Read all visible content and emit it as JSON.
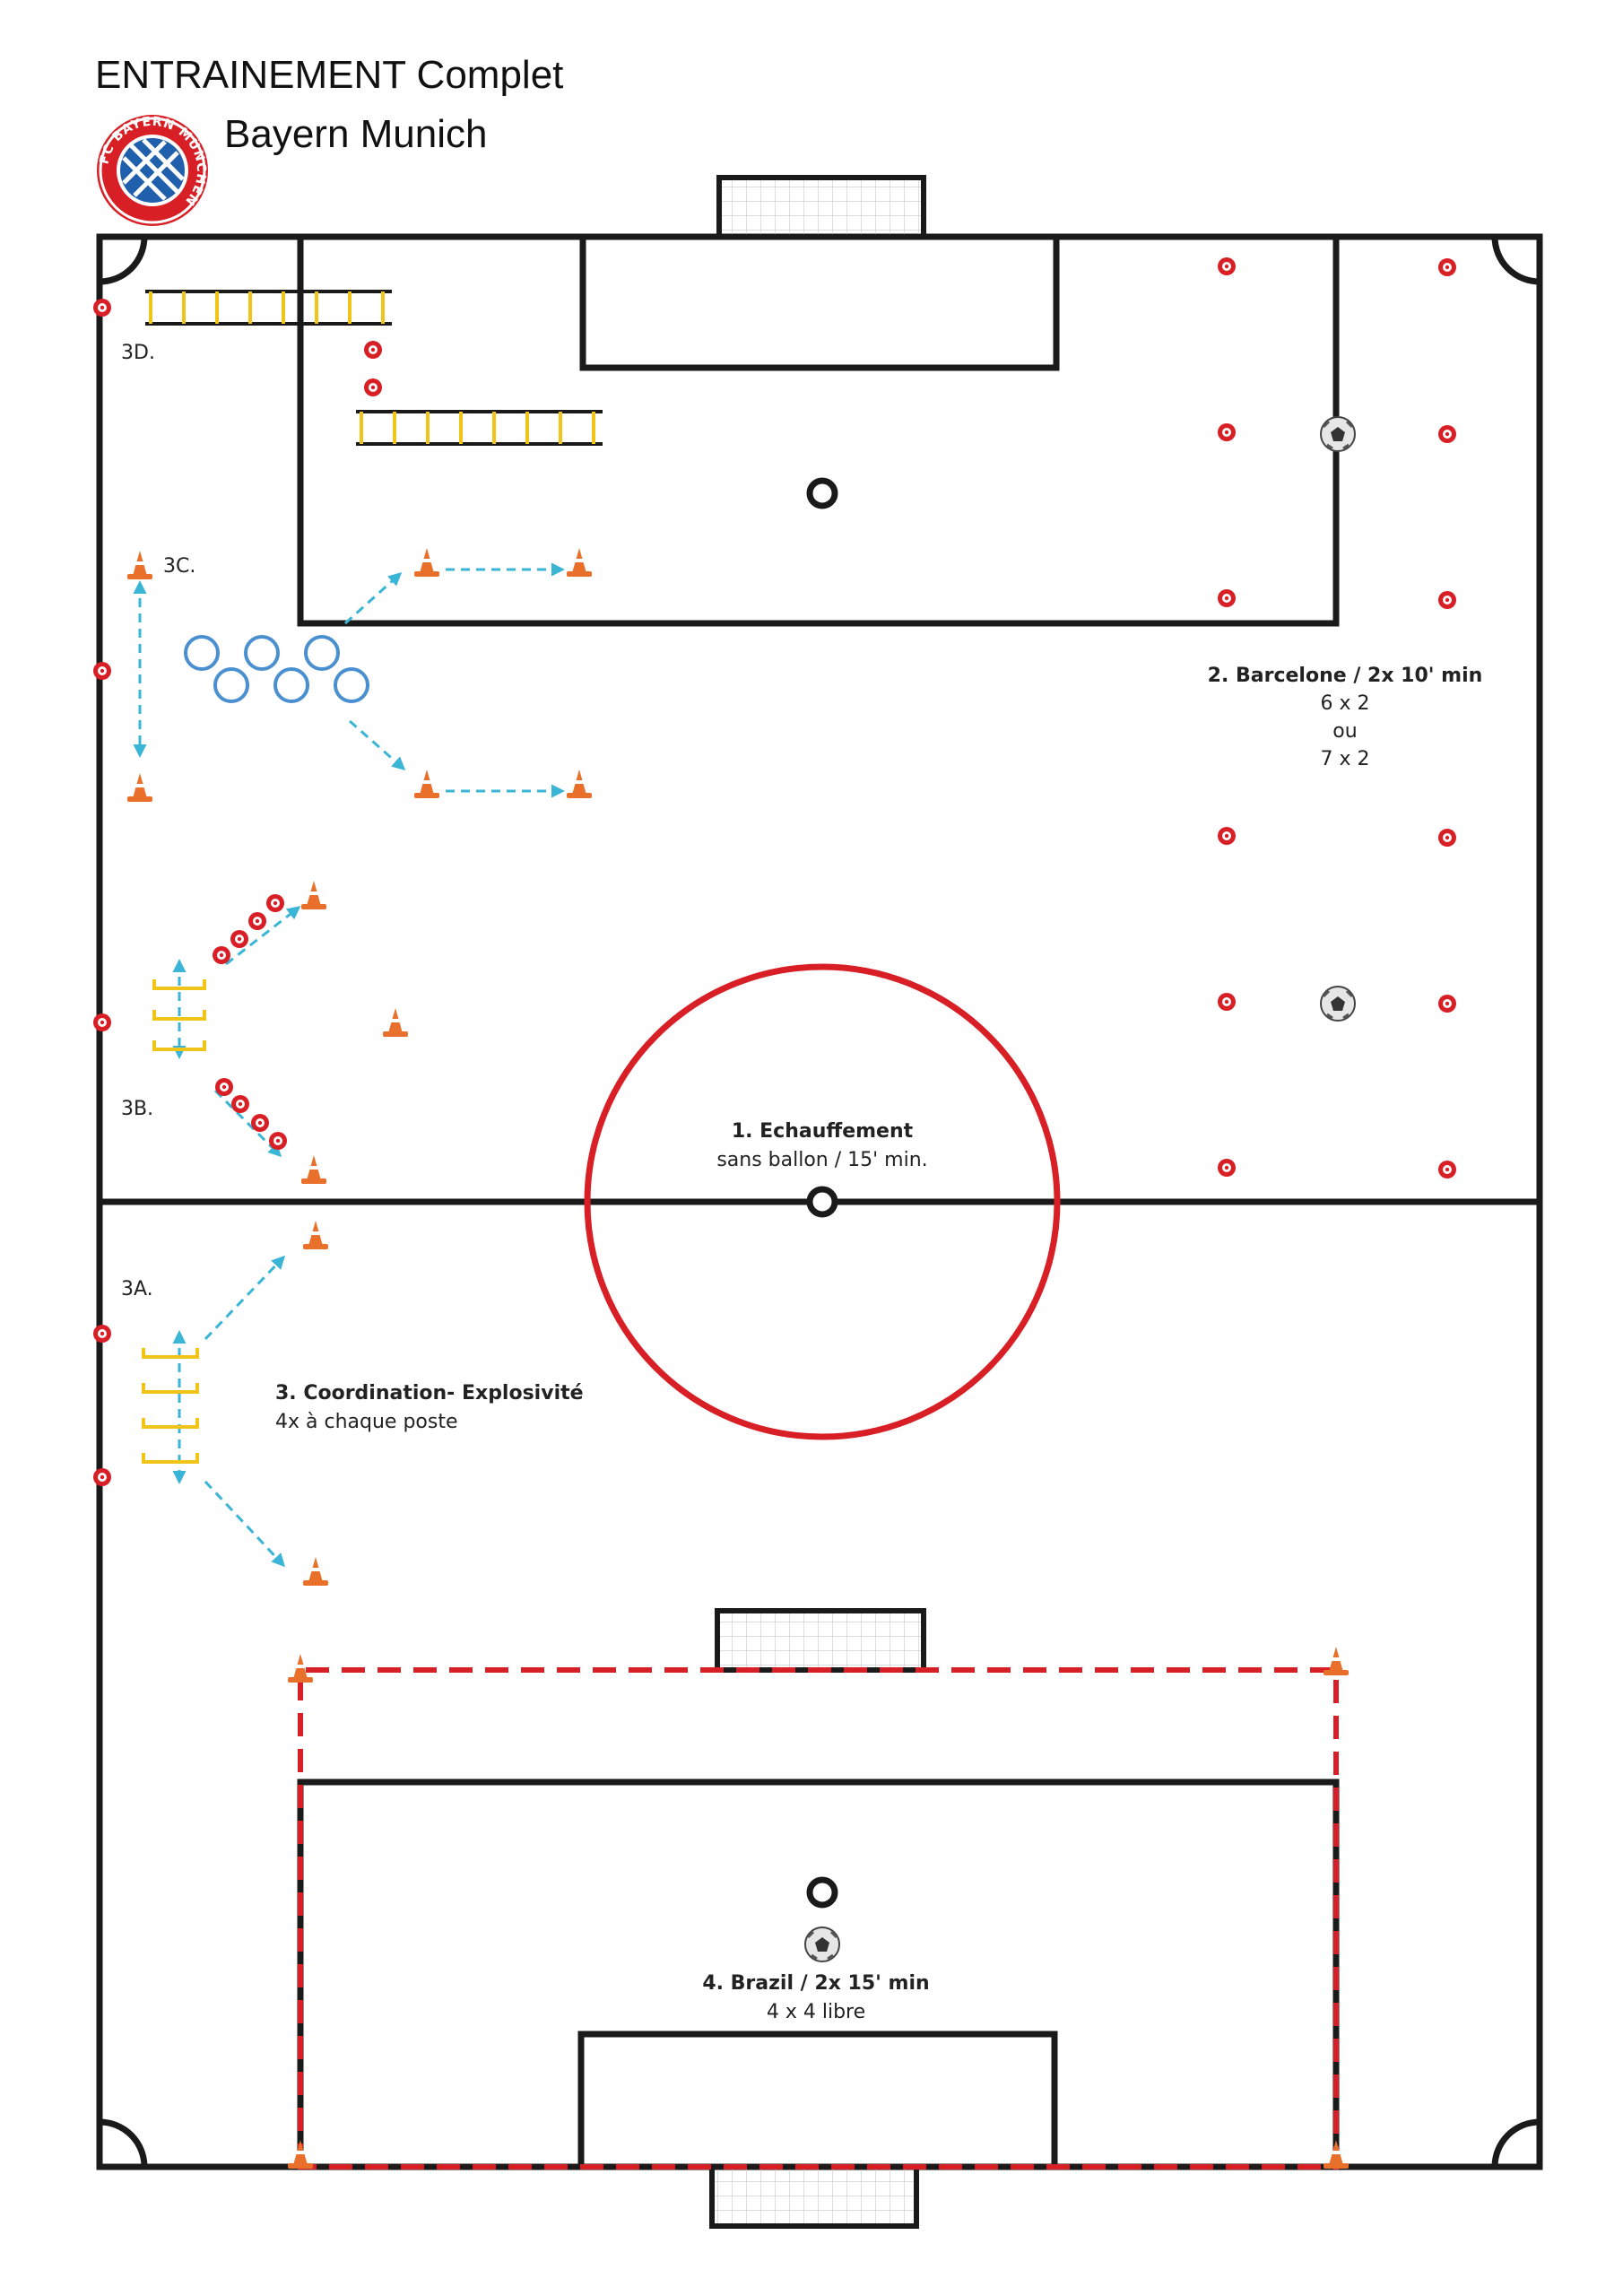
{
  "header": {
    "title": "ENTRAINEMENT Complet",
    "subtitle": "Bayern Munich",
    "logo_ring_text": "FC BAYERN MÜNCHEN"
  },
  "colors": {
    "pitch_line": "#1a1a1a",
    "red": "#d91f26",
    "cone_orange": "#e8702a",
    "cyan_arrow": "#3ab5d6",
    "hoop_blue": "#4a8fd0",
    "ladder_yellow": "#f0c419",
    "logo_blue": "#1f5fab"
  },
  "stations": {
    "s1": {
      "title": "1. Echauffement",
      "line1": "sans ballon / 15' min."
    },
    "s2": {
      "title": "2. Barcelone / 2x 10' min",
      "line1": "6 x 2",
      "line2": "ou",
      "line3": "7 x 2"
    },
    "s3": {
      "title": "3. Coordination- Explosivité",
      "line1": "4x à chaque poste"
    },
    "s4": {
      "title": "4. Brazil / 2x 15' min",
      "line1": "4 x 4 libre"
    }
  },
  "zone_labels": {
    "a": "3A.",
    "b": "3B.",
    "c": "3C.",
    "d": "3D."
  },
  "icons": [
    "cone-icon",
    "disc-marker-icon",
    "hoop-icon",
    "hurdle-icon",
    "ladder-icon",
    "ball-icon",
    "goal-icon",
    "club-logo-icon"
  ]
}
